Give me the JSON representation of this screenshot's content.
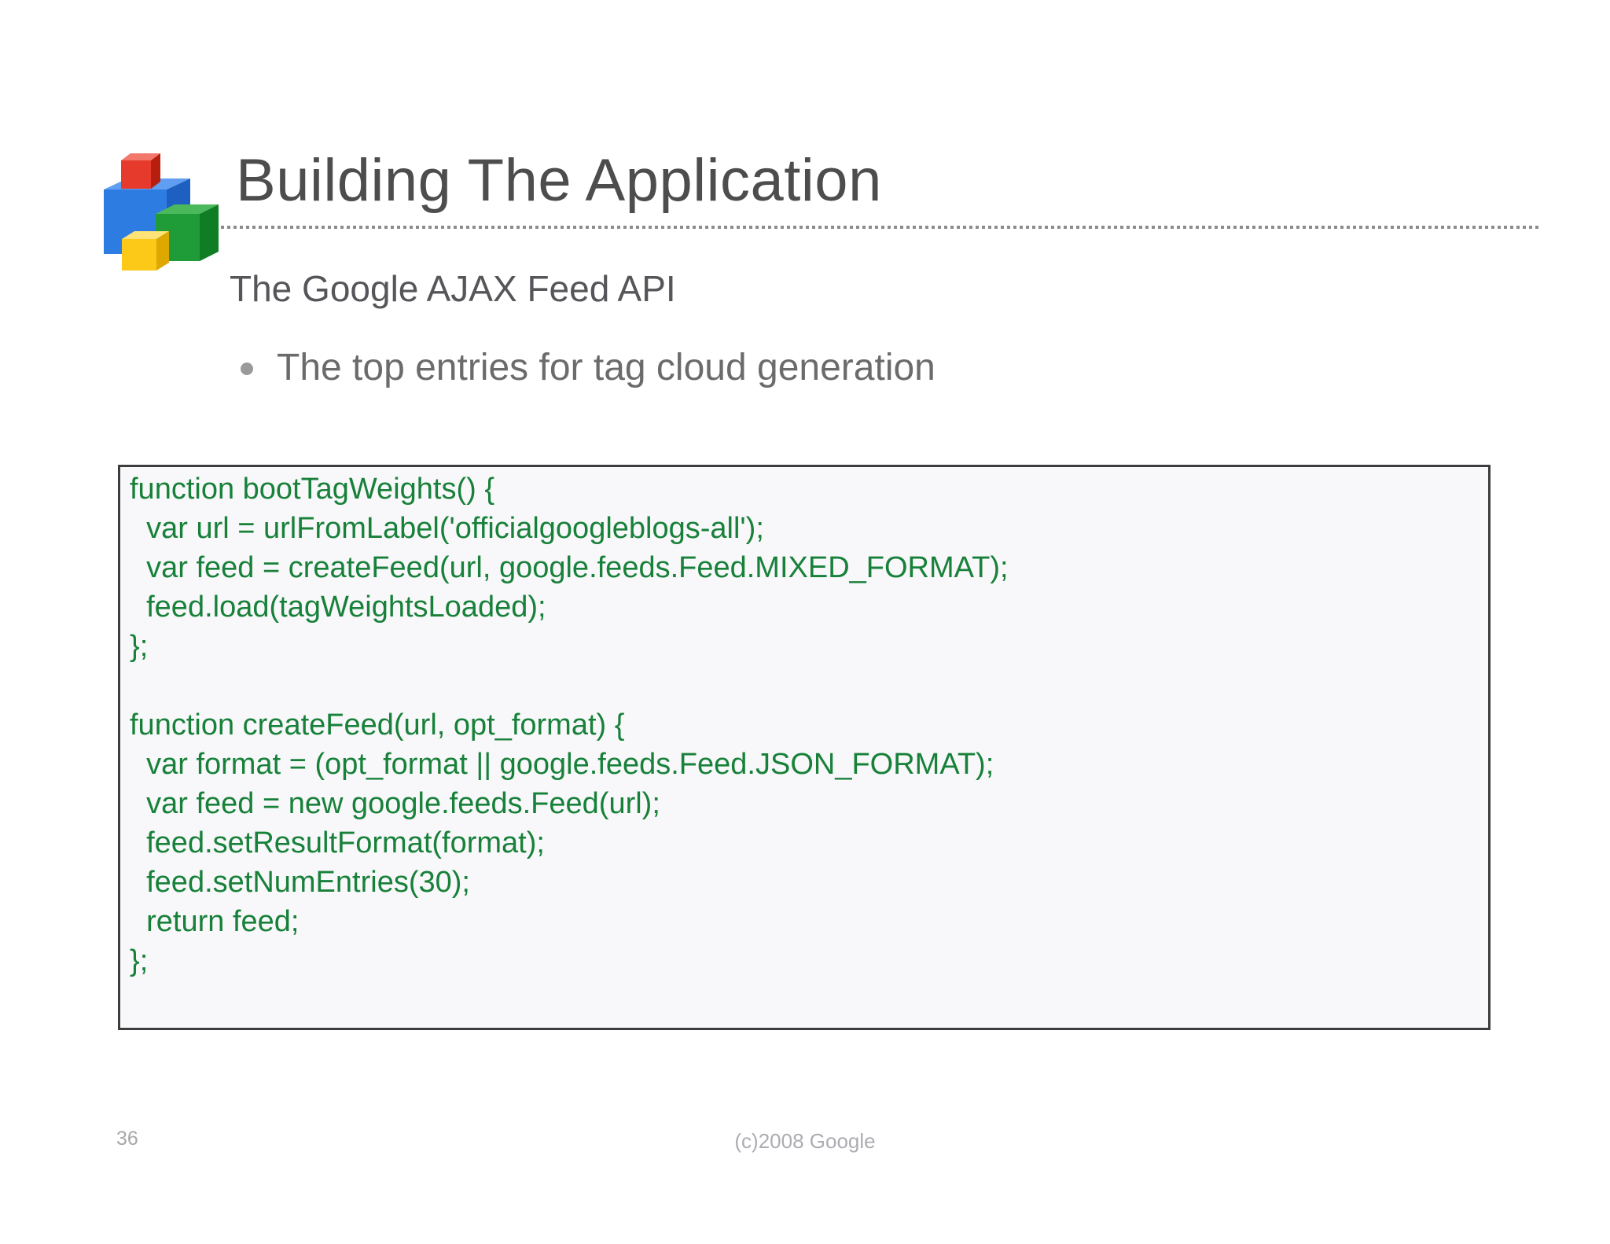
{
  "title": "Building The Application",
  "subtitle": "The Google AJAX Feed API",
  "bullet": "The top entries for tag cloud generation",
  "logo": {
    "name": "colored-blocks-logo",
    "colors": {
      "blue_front": "#2d7ce1",
      "blue_top": "#5f9ef0",
      "blue_side": "#1d60c2",
      "red_front": "#e63a2c",
      "red_top": "#f4776b",
      "red_side": "#b81e0d",
      "green_front": "#1f9c37",
      "green_top": "#4cb85c",
      "green_side": "#0e7d24",
      "yellow_front": "#fcc918",
      "yellow_top": "#fee377",
      "yellow_side": "#dfa801"
    }
  },
  "code": {
    "lines": [
      "function bootTagWeights() {",
      "  var url = urlFromLabel('officialgoogleblogs-all');",
      "  var feed = createFeed(url, google.feeds.Feed.MIXED_FORMAT);",
      "  feed.load(tagWeightsLoaded);",
      "};",
      "",
      "function createFeed(url, opt_format) {",
      "  var format = (opt_format || google.feeds.Feed.JSON_FORMAT);",
      "  var feed = new google.feeds.Feed(url);",
      "  feed.setResultFormat(format);",
      "  feed.setNumEntries(30);",
      "  return feed;",
      "};"
    ]
  },
  "footer": {
    "page_number": "36",
    "copyright": "(c)2008 Google"
  },
  "theme": {
    "code_text_color": "#17813a",
    "code_box_background": "#f8f7f9",
    "code_box_border": "#3d3d3d",
    "divider_color": "#8c8c8c",
    "title_color": "#4d4d4d"
  }
}
